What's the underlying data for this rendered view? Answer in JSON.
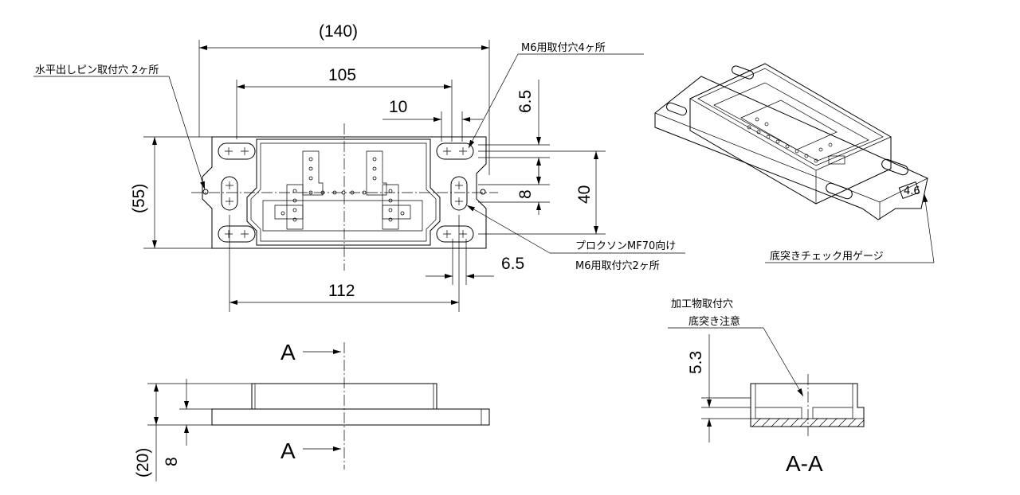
{
  "dimensions": {
    "overall_width": "(140)",
    "width_105": "105",
    "pitch_10": "10",
    "height_55": "(55)",
    "dim_6_5_top": "6.5",
    "dim_8": "8",
    "dim_40": "40",
    "dim_6_5_bottom": "6.5",
    "width_112": "112",
    "side_total": "(20)",
    "side_8": "8",
    "section_5_3": "5.3"
  },
  "annotations": {
    "level_pin": "水平出しピン取付穴  2ヶ所",
    "m6_4holes": "M6用取付穴4ヶ所",
    "procson_line1": "プロクソンMF70向け",
    "procson_line2": "M6用取付穴2ヶ所",
    "gauge": "底突きチェック用ゲージ",
    "work_line1": "加工物取付穴",
    "work_line2": "底突き注意",
    "iso_tag": "4.6"
  },
  "section": {
    "marker_top": "A",
    "marker_bottom": "A",
    "title": "A-A"
  }
}
